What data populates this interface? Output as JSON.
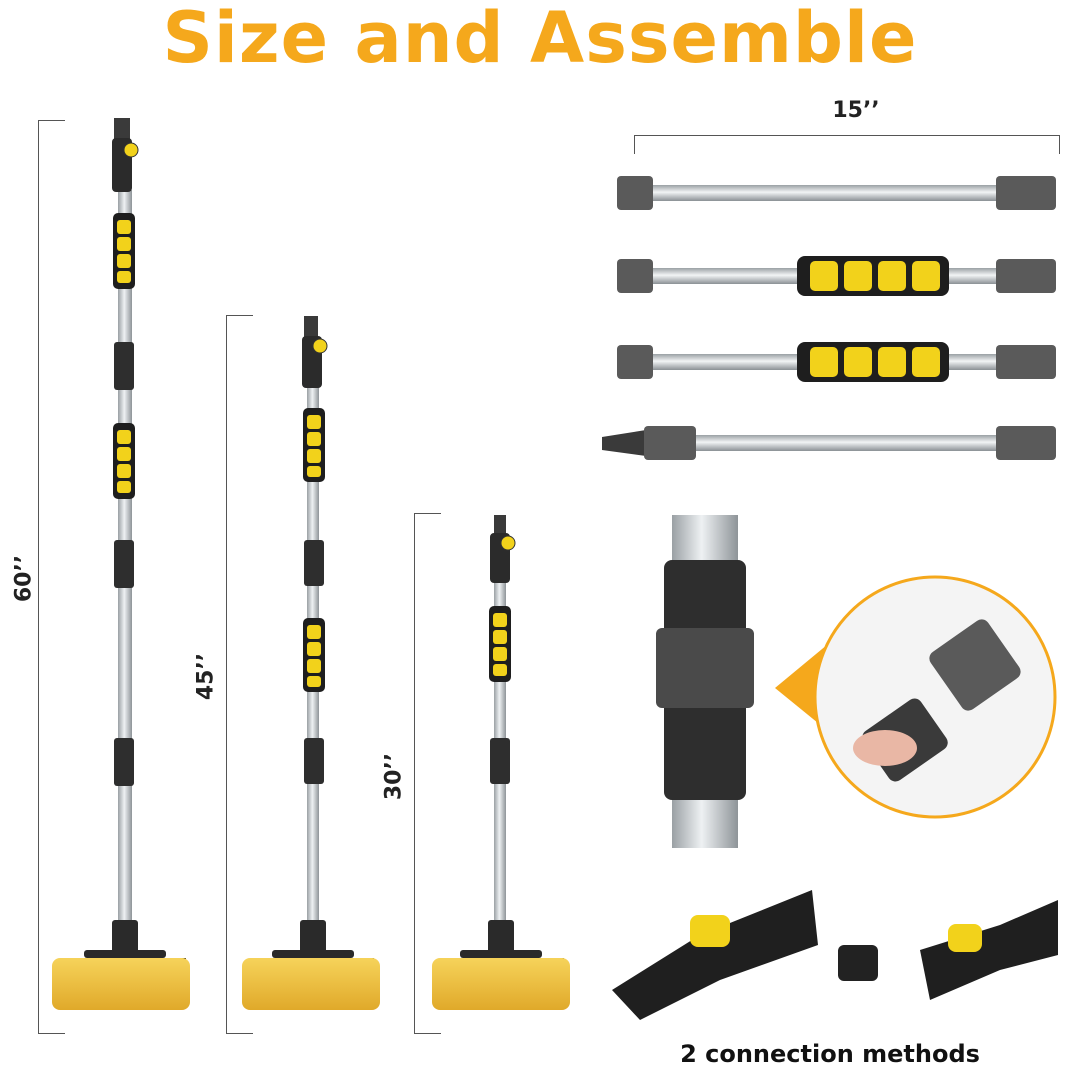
{
  "title": "Size and Assemble",
  "dimensions": {
    "long": "60’’",
    "medium": "45’’",
    "short": "30’’",
    "section": "15’’"
  },
  "caption": "2 connection methods",
  "colors": {
    "accent": "#f5a81c",
    "foam": "#f2d21b",
    "grip": "#1e1e1e",
    "pole": "#cfd3d6",
    "connector": "#5a5a5a",
    "brush": "#f3c64a"
  }
}
